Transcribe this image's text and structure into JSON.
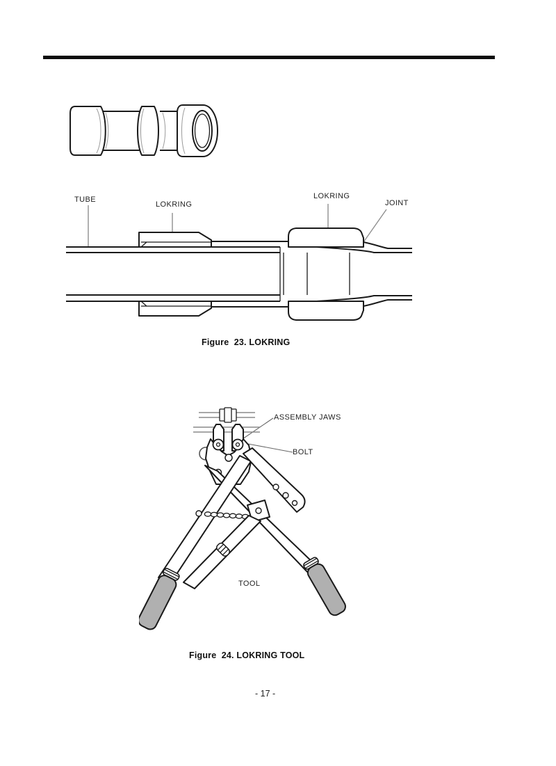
{
  "page": {
    "number": "- 17 -"
  },
  "figures": {
    "fig23": {
      "caption": "Figure  23. LOKRING",
      "labels": {
        "tube": "TUBE",
        "lokring_left": "LOKRING",
        "lokring_right": "LOKRING",
        "joint": "JOINT"
      }
    },
    "fig24": {
      "caption": "Figure  24. LOKRING TOOL",
      "labels": {
        "assembly_jaws": "ASSEMBLY JAWS",
        "bolt": "BOLT",
        "tool": "TOOL"
      }
    }
  },
  "colors": {
    "ink": "#1a1a1a",
    "leader": "#8f8f8f",
    "leader-dark": "#666666",
    "grip": "#b0b0b0",
    "paper": "#ffffff",
    "rule": "#0d0d0d"
  }
}
